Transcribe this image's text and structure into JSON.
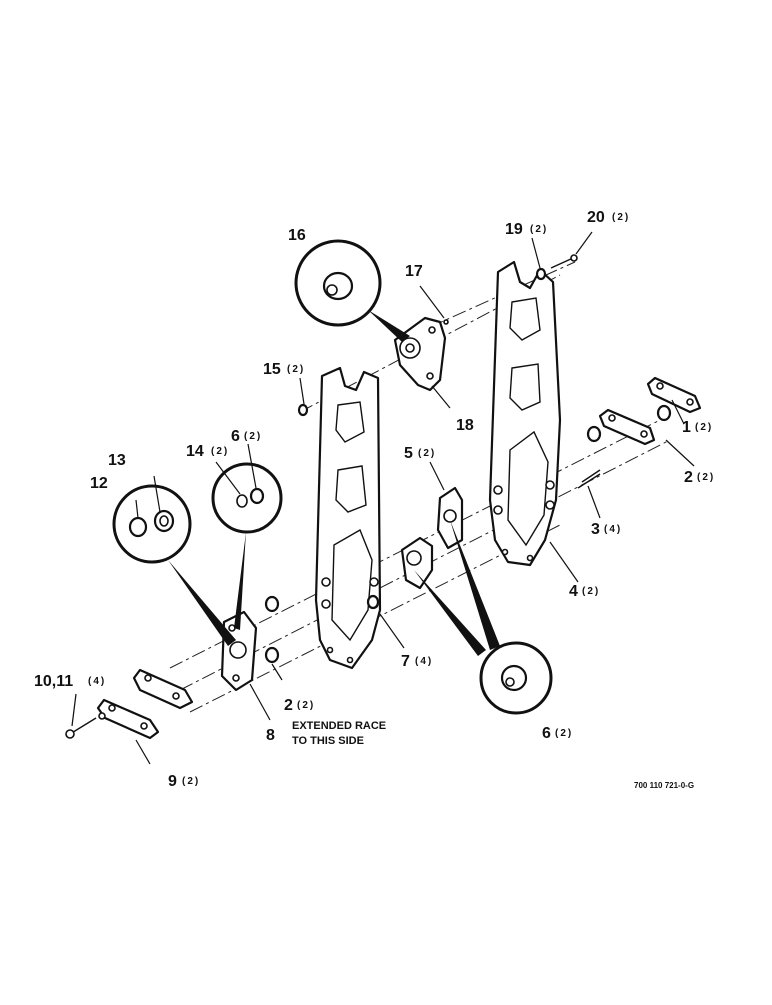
{
  "labels": {
    "p1": {
      "num": "1",
      "qty": "(2)"
    },
    "p2a": {
      "num": "2",
      "qty": "(2)"
    },
    "p2b": {
      "num": "2",
      "qty": "(2)"
    },
    "p3": {
      "num": "3",
      "qty": "(4)"
    },
    "p4": {
      "num": "4",
      "qty": "(2)"
    },
    "p5": {
      "num": "5",
      "qty": "(2)"
    },
    "p6a": {
      "num": "6",
      "qty": "(2)"
    },
    "p6b": {
      "num": "6",
      "qty": "(2)"
    },
    "p7": {
      "num": "7",
      "qty": "(4)"
    },
    "p8": {
      "num": "8"
    },
    "p9": {
      "num": "9",
      "qty": "(2)"
    },
    "p1011": {
      "num": "10,11",
      "qty": "(4)"
    },
    "p12": {
      "num": "12"
    },
    "p13": {
      "num": "13"
    },
    "p14": {
      "num": "14",
      "qty": "(2)"
    },
    "p15": {
      "num": "15",
      "qty": "(2)"
    },
    "p16": {
      "num": "16"
    },
    "p17": {
      "num": "17"
    },
    "p18": {
      "num": "18"
    },
    "p19": {
      "num": "19",
      "qty": "(2)"
    },
    "p20": {
      "num": "20",
      "qty": "(2)"
    }
  },
  "note": {
    "line1": "EXTENDED RACE",
    "line2": "TO THIS SIDE"
  },
  "drawing_code": "700 110 721-0-G"
}
